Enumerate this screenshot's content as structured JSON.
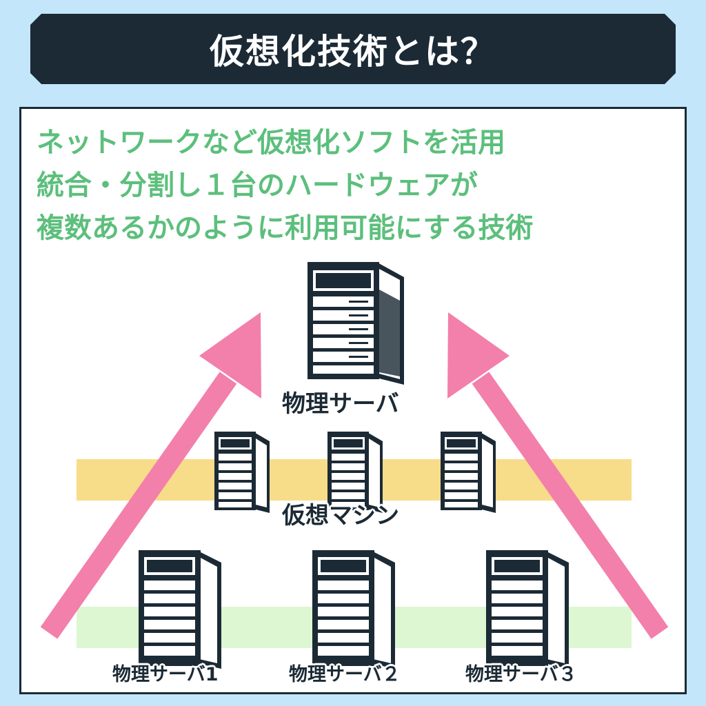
{
  "title": "仮想化技術とは？",
  "description": {
    "lines": [
      "ネットワークなど仮想化ソフトを活用",
      "統合・分割し１台のハードウェアが",
      "複数あるかのように利用可能にする技術"
    ]
  },
  "diagram": {
    "physical_server_label": "物理サーバ",
    "virtual_machine_label": "仮想マシン",
    "physical_servers": [
      "物理サーバ1",
      "物理サーバ２",
      "物理サーバ３"
    ]
  },
  "colors": {
    "background": "#c3e6fb",
    "banner": "#1b2a35",
    "description_text": "#5cbf7c",
    "arrow": "#f37fab",
    "vm_band": "#f7dc8a",
    "physical_band": "#dcf7d2",
    "server_body": "#1b2a35"
  },
  "icons": [
    "server-icon",
    "arrow-up-right-icon",
    "arrow-up-left-icon"
  ]
}
